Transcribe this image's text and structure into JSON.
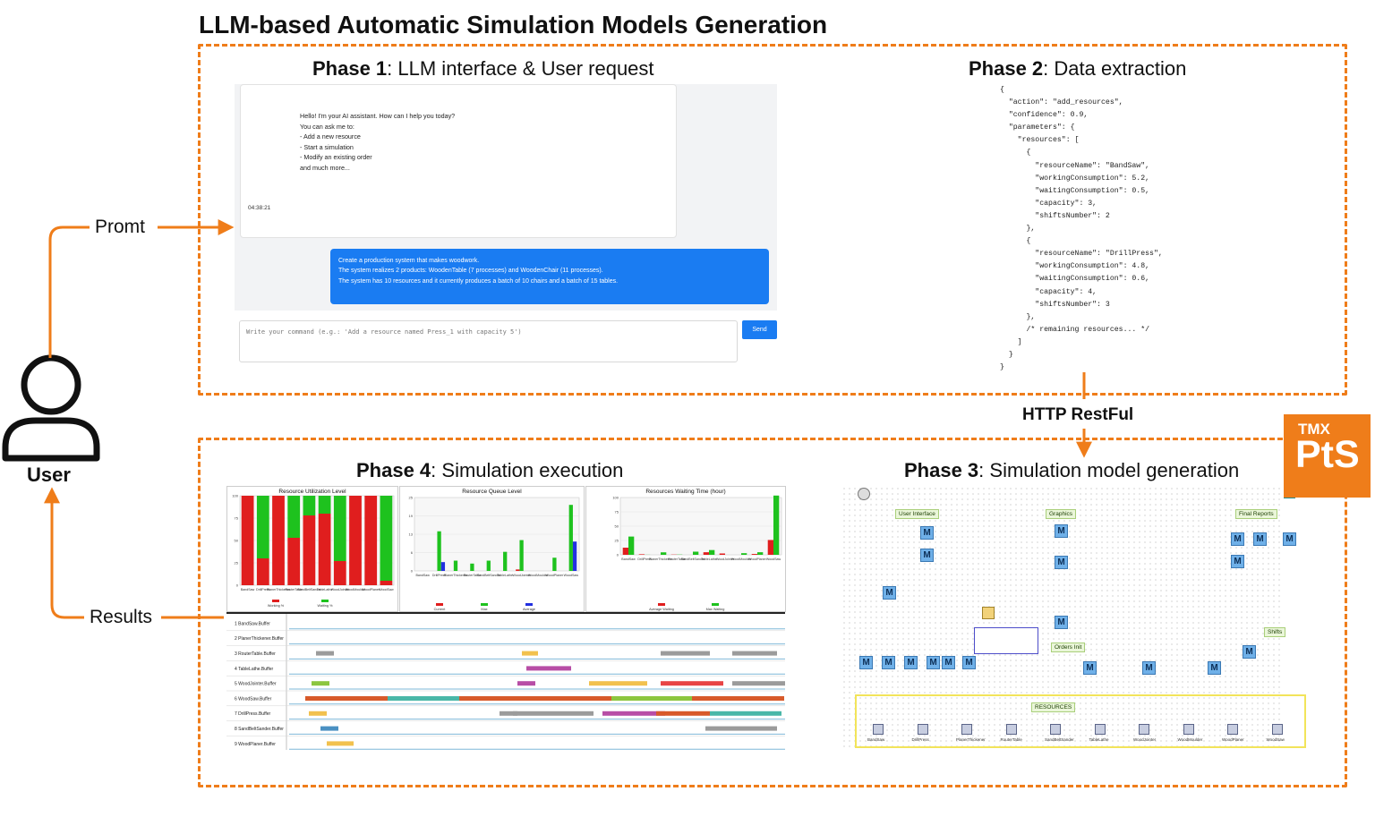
{
  "title": "LLM-based Automatic Simulation Models Generation",
  "user": {
    "label": "User"
  },
  "arrows": {
    "prompt": "Promt",
    "results": "Results",
    "http": "HTTP RestFul"
  },
  "phase1": {
    "num": "Phase 1",
    "name": ": LLM interface & User request",
    "bot_message": "Hello! I'm your AI assistant. How can I help you today?\nYou can ask me to:\n- Add a new resource\n- Start a simulation\n- Modify an existing order\nand much more...",
    "bot_time": "04:38:21",
    "user_message": "Create a production system that makes woodwork.\nThe system realizes 2 products: WoodenTable (7 processes) and WoodenChair (11 processes).\nThe system has 10 resources and it currently produces a batch of 10 chairs and a batch of 15 tables.",
    "input_placeholder": "Write your command (e.g.: 'Add a resource named Press_1 with capacity 5')",
    "send": "Send"
  },
  "phase2": {
    "num": "Phase 2",
    "name": ": Data extraction",
    "json_text": "{\n  \"action\": \"add_resources\",\n  \"confidence\": 0.9,\n  \"parameters\": {\n    \"resources\": [\n      {\n        \"resourceName\": \"BandSaw\",\n        \"workingConsumption\": 5.2,\n        \"waitingConsumption\": 0.5,\n        \"capacity\": 3,\n        \"shiftsNumber\": 2\n      },\n      {\n        \"resourceName\": \"DrillPress\",\n        \"workingConsumption\": 4.8,\n        \"waitingConsumption\": 0.6,\n        \"capacity\": 4,\n        \"shiftsNumber\": 3\n      },\n      /* remaining resources... */\n    ]\n  }\n}"
  },
  "phase3": {
    "num": "Phase 3",
    "name": ": Simulation model generation",
    "logo_top": "TMX",
    "logo_main": "PtS",
    "tags": [
      "User Interface",
      "Graphics",
      "Final Reports",
      "Shifts",
      "Orders Init",
      "RESOURCES"
    ],
    "resources": [
      "BandSaw",
      "DrillPress",
      "PlanerThickener",
      "RouterTable",
      "SandBeltSander",
      "TableLathe",
      "WoodJointer",
      "WoodMoulder",
      "WoodPlaner",
      "WoodSaw"
    ]
  },
  "phase4": {
    "num": "Phase 4",
    "name": ": Simulation execution",
    "gantt_rows": [
      "1 BandSaw.Buffer",
      "2 PlanerThickener.Buffer",
      "3 RouterTable.Buffer",
      "4 TableLathe.Buffer",
      "5 WoodJointer.Buffer",
      "6 WoodSaw.Buffer",
      "7 DrillPress.Buffer",
      "8 SandBeltSander.Buffer",
      "9 WoodPlaner.Buffer"
    ]
  },
  "chart_data": [
    {
      "type": "bar",
      "title": "Resource Utilization Level",
      "categories": [
        "BandSaw",
        "DrillPress",
        "PlanerThickener",
        "RouterTable",
        "SandBeltSander",
        "TableLathe",
        "WoodJointer",
        "WoodMoulder",
        "WoodPlaner",
        "WoodSaw"
      ],
      "series": [
        {
          "name": "Working %",
          "color": "#e01e1e",
          "values": [
            100,
            30,
            100,
            53,
            78,
            80,
            27,
            100,
            100,
            5
          ]
        },
        {
          "name": "Waiting %",
          "color": "#1ec21e",
          "values": [
            0,
            70,
            0,
            47,
            22,
            20,
            73,
            0,
            0,
            95
          ]
        }
      ],
      "ylim": [
        0,
        100
      ]
    },
    {
      "type": "bar",
      "title": "Resource Queue Level",
      "categories": [
        "BandSaw",
        "DrillPress",
        "PlanerThickener",
        "RouterTable",
        "SandBeltSander",
        "TableLathe",
        "WoodJointer",
        "WoodMoulder",
        "WoodPlaner",
        "WoodSaw"
      ],
      "series": [
        {
          "name": "Current",
          "color": "#e01e1e",
          "values": [
            0,
            0,
            0,
            0,
            0,
            0,
            0.5,
            0,
            0,
            0
          ]
        },
        {
          "name": "Max",
          "color": "#1ec21e",
          "values": [
            0,
            13.5,
            3.5,
            2.5,
            3.5,
            6.5,
            10.5,
            0,
            4.5,
            22.5
          ]
        },
        {
          "name": "Average",
          "color": "#2230e0",
          "values": [
            0,
            3,
            0,
            0,
            0,
            0,
            0,
            0,
            0,
            10
          ]
        }
      ],
      "ylim": [
        0,
        25
      ]
    },
    {
      "type": "bar",
      "title": "Resources Waiting Time (hour)",
      "categories": [
        "BandSaw",
        "DrillPress",
        "PlanerThickener",
        "RouterTable",
        "SandBeltSander",
        "TableLathe",
        "WoodJointer",
        "WoodMoulder",
        "WoodPlaner",
        "WoodSaw"
      ],
      "series": [
        {
          "name": "Average Waiting",
          "color": "#e01e1e",
          "values": [
            12.45,
            0.95,
            0,
            0.43,
            0,
            4.48,
            2.34,
            0,
            1.48,
            25.88
          ]
        },
        {
          "name": "Max Waiting",
          "color": "#1ec21e",
          "values": [
            31.87,
            0.15,
            4.33,
            0.41,
            5.48,
            8.31,
            0.01,
            2.84,
            4.5,
            103.47
          ]
        }
      ],
      "ylim": [
        0,
        100
      ]
    }
  ]
}
